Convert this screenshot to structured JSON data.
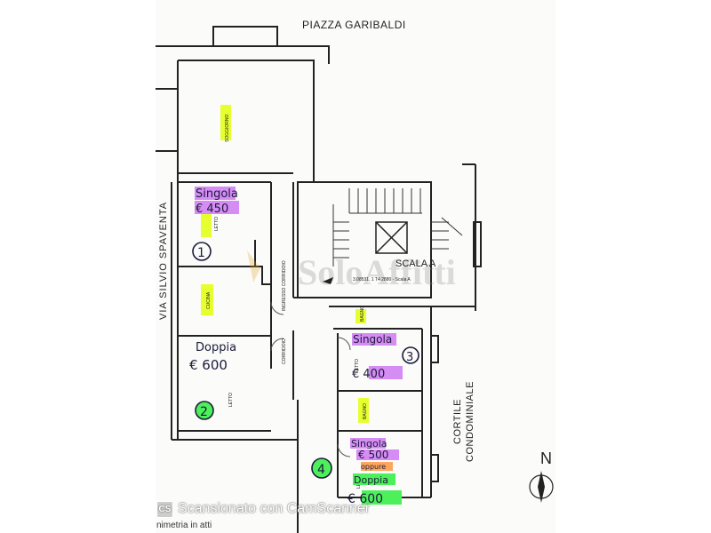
{
  "colors": {
    "highlight_yellow": "#e6ff2e",
    "highlight_purple": "#d68cf5",
    "highlight_green": "#4cf05a",
    "highlight_orange": "#ff8a2a",
    "wall": "#222222"
  },
  "streets": {
    "north": "PIAZZA GARIBALDI",
    "west": "VIA SILVIO SPAVENTA",
    "east_line1": "CORTILE",
    "east_line2": "CONDOMINIALE"
  },
  "rooms": {
    "soggiorno": "SOGGIORNO",
    "letto1": "LETTO",
    "cucina": "CUCINA",
    "ingresso": "INGRESSO CORRIDOIO",
    "letto2": "LETTO",
    "corridoio": "CORRIDOIO",
    "bagno1": "BAGNO",
    "letto3": "LETTO",
    "bagno2": "BAGNO",
    "letto4": "LETTO"
  },
  "stair": {
    "name": "SCALA A",
    "ref": "3.08531, 1 T4 2880 - Scala A"
  },
  "annotations": {
    "room1": {
      "type": "Singola",
      "price": "€ 450",
      "number": "1"
    },
    "room2": {
      "type": "Doppia",
      "price": "€ 600",
      "number": "2"
    },
    "room3": {
      "type": "Singola",
      "price": "€ 400",
      "number": "3"
    },
    "room4": {
      "type": "Singola",
      "price": "€ 500",
      "or": "oppure",
      "type2": "Doppia",
      "price2": "€ 600",
      "number": "4"
    }
  },
  "watermark": "SoloAffitti",
  "compass": "N",
  "scanner": {
    "badge": "CS",
    "text": "Scansionato con CamScanner"
  },
  "footer_note": "nimetria in atti"
}
